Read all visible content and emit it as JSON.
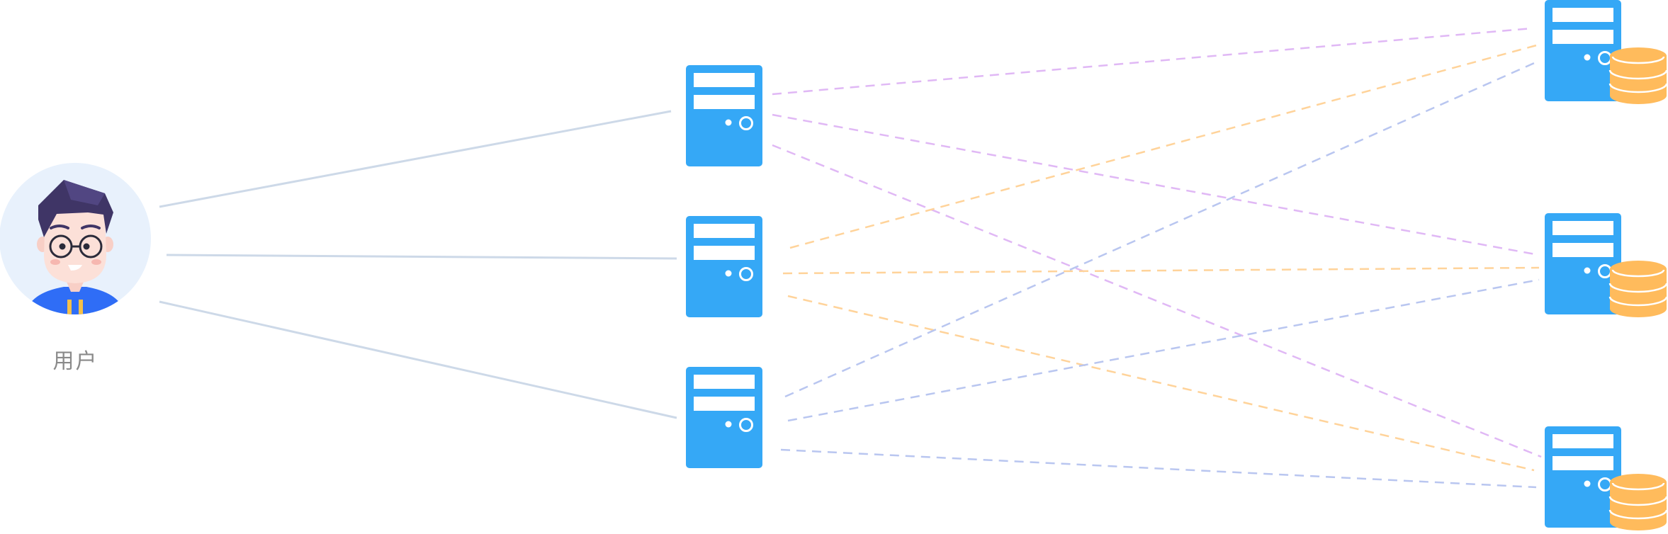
{
  "user": {
    "label": "用户",
    "avatar_icon": "user-avatar-icon"
  },
  "colors": {
    "server": "#35a8f6",
    "database": "#ffbb5c",
    "user_link": "#cdd9e8",
    "link_purple": "#e0b8f5",
    "link_orange": "#ffd39a",
    "link_blue": "#b9c6f0",
    "avatar_bg": "#e8f1fc"
  },
  "nodes": {
    "web_servers": [
      "web-server-1",
      "web-server-2",
      "web-server-3"
    ],
    "db_servers": [
      "db-server-1",
      "db-server-2",
      "db-server-3"
    ]
  },
  "icons": {
    "server": "server-icon",
    "database": "database-icon"
  }
}
